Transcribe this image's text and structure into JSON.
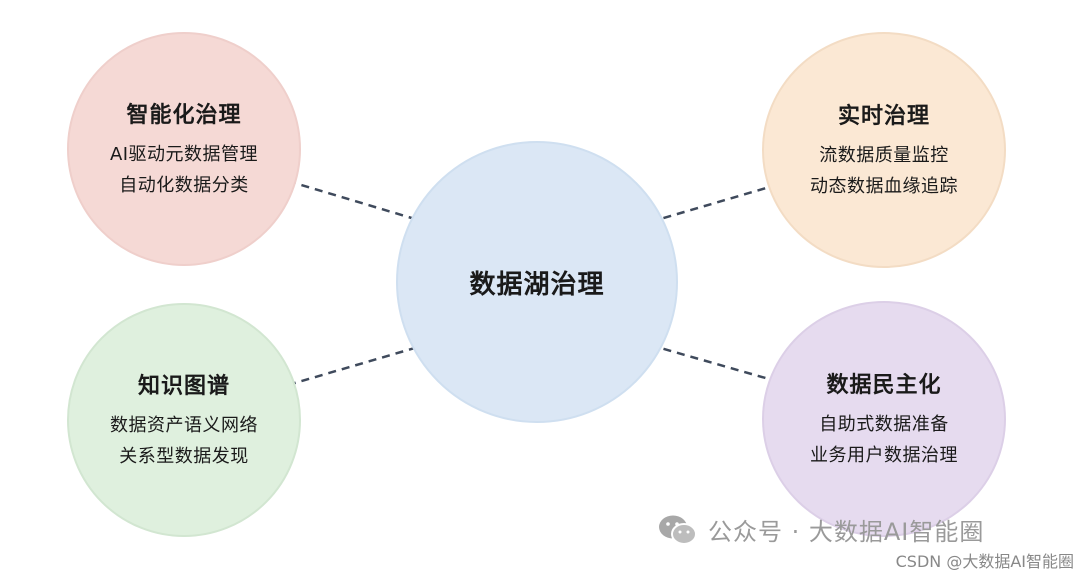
{
  "center": {
    "title": "数据湖治理"
  },
  "nodes": {
    "top_left": {
      "title": "智能化治理",
      "lines": [
        "AI驱动元数据管理",
        "自动化数据分类"
      ]
    },
    "top_right": {
      "title": "实时治理",
      "lines": [
        "流数据质量监控",
        "动态数据血缘追踪"
      ]
    },
    "bottom_left": {
      "title": "知识图谱",
      "lines": [
        "数据资产语义网络",
        "关系型数据发现"
      ]
    },
    "bottom_right": {
      "title": "数据民主化",
      "lines": [
        "自助式数据准备",
        "业务用户数据治理"
      ]
    }
  },
  "watermark": {
    "text": "公众号 · 大数据AI智能圈",
    "icon": "wechat-icon"
  },
  "credit": {
    "text": "CSDN @大数据AI智能圈"
  },
  "colors": {
    "top_left": "#f5d9d5",
    "top_right": "#fbe8d4",
    "bottom_left": "#dff0de",
    "bottom_right": "#e6dbef",
    "center": "#dbe7f5",
    "connector": "#3f4a5c"
  }
}
